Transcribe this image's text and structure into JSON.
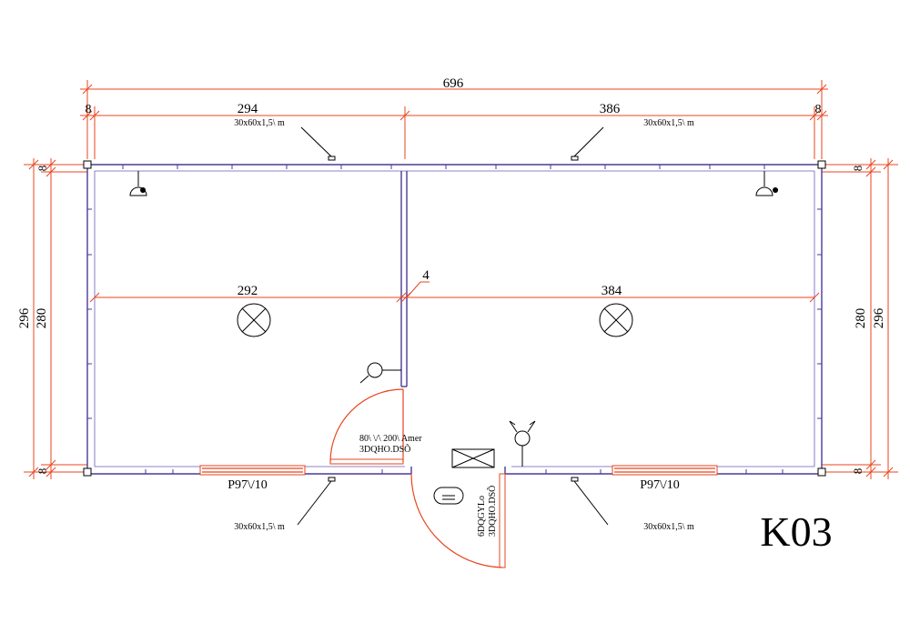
{
  "plan": {
    "code": "K03",
    "dimensions": {
      "overall_width": "696",
      "left_room_outer": "294",
      "right_room_outer": "386",
      "wall_left": "8",
      "wall_right": "8",
      "left_room_inner": "292",
      "right_room_inner": "384",
      "partition": "4",
      "outer_depth_left": "296",
      "inner_depth_left": "280",
      "outer_depth_right": "296",
      "inner_depth_right": "280",
      "wall_top_left": "8",
      "wall_bottom_left": "8",
      "wall_top_right": "8",
      "wall_bottom_right": "8"
    },
    "annotations": {
      "vent_top_left": "30x60x1,5\\ m",
      "vent_top_right": "30x60x1,5\\ m",
      "vent_bottom_left": "30x60x1,5\\ m",
      "vent_bottom_right": "30x60x1,5\\ m",
      "window_left": "P97\\/10",
      "window_right": "P97\\/10",
      "door_label_line1": "80\\ \\/\\ 200\\ Amer",
      "door_label_line2": "3DQHO.DSÕ",
      "rotated_label_line1": "6DQGYLo",
      "rotated_label_line2": "3DQHO.DSÕ"
    },
    "colors": {
      "dimension": "#e8441f",
      "wall": "#4a3a9a",
      "text": "#000000"
    },
    "symbols": [
      "ceiling-light-icon",
      "wall-lamp-icon",
      "switch-icon",
      "socket-icon",
      "heater-icon",
      "toilet-icon",
      "door-swing-icon"
    ]
  }
}
